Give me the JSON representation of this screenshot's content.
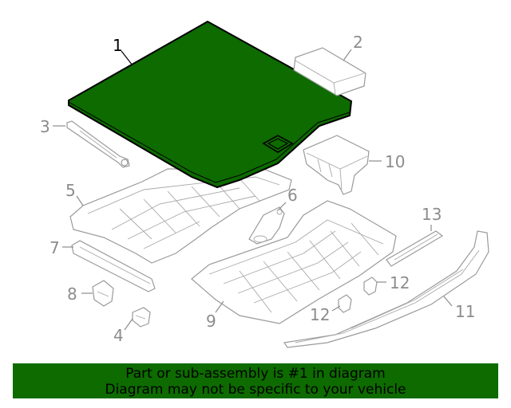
{
  "diagram": {
    "highlight_color": "#0d6b00",
    "callouts": {
      "c1": "1",
      "c2": "2",
      "c3": "3",
      "c4": "4",
      "c5": "5",
      "c6": "6",
      "c7": "7",
      "c8": "8",
      "c9": "9",
      "c10": "10",
      "c11": "11",
      "c12a": "12",
      "c12b": "12",
      "c13": "13"
    }
  },
  "banner": {
    "line1": "Part or sub-assembly is #1 in diagram",
    "line2": "Diagram may not be specific to your vehicle"
  }
}
